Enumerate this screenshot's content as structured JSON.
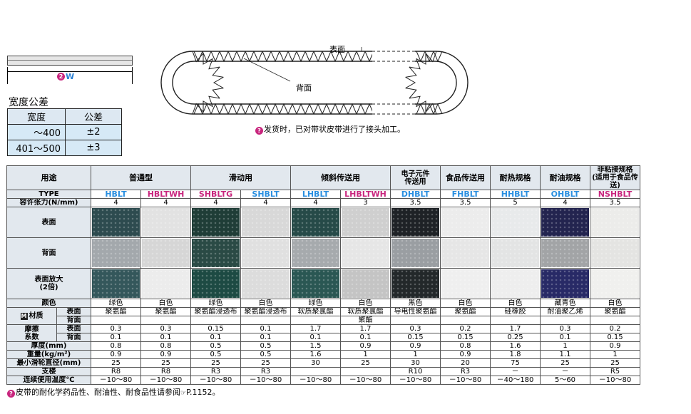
{
  "diagram": {
    "width_symbol_num": "2",
    "width_symbol": "W",
    "label_surface": "表面",
    "label_back": "背面",
    "note_icon": "info-circle-icon",
    "note": "发货时，已对带状皮带进行了接头加工。"
  },
  "tolerance": {
    "title": "宽度公差",
    "headers": [
      "宽度",
      "公差"
    ],
    "rows": [
      {
        "width": "～400",
        "tol": "±2"
      },
      {
        "width": "401～500",
        "tol": "±3"
      }
    ]
  },
  "spec": {
    "row_labels": {
      "usage": "用途",
      "type": "TYPE",
      "tension": "容许张力(N/mm)",
      "surface": "表面",
      "back": "背面",
      "zoom": "表面放大",
      "zoom2": "(2倍)",
      "color": "颜色",
      "material_badge": "M",
      "material": "材质",
      "mat_surface": "表面",
      "mat_back": "背面",
      "friction1": "摩擦",
      "friction2": "系数",
      "fr_surface": "表面",
      "fr_back": "背面",
      "thickness": "厚度(mm)",
      "weight": "重量(kg/m²)",
      "pulley": "最小滑轮直径(mm)",
      "support": "支楼",
      "temp": "连续使用温度℃"
    },
    "usages": [
      {
        "label": "普通型",
        "span": 2
      },
      {
        "label": "滑动用",
        "span": 2
      },
      {
        "label": "倾斜传送用",
        "span": 2
      },
      {
        "label": "电子元件\n传送用",
        "span": 1
      },
      {
        "label": "食品传送用",
        "span": 1
      },
      {
        "label": "耐热规格",
        "span": 1
      },
      {
        "label": "耐油规格",
        "span": 1
      },
      {
        "label": "非粘接规格\n(适用于食品传送)",
        "span": 1
      }
    ],
    "columns": [
      {
        "type": "HBLT",
        "type_color": "#2a8fe0",
        "tension": "4",
        "color": "绿色",
        "mat_surface": "聚氨酯",
        "mat_back": "",
        "fr_surface": "0.3",
        "fr_back": "0.1",
        "thickness": "0.8",
        "weight": "0.9",
        "pulley": "25",
        "support": "R8",
        "temp": "－10～80",
        "sw_surface": "#2d4b4f",
        "sw_back": "#a3a8ac",
        "sw_zoom": "#34575b"
      },
      {
        "type": "HBLTWH",
        "type_color": "#c8267e",
        "tension": "4",
        "color": "白色",
        "mat_surface": "聚氨酯",
        "mat_back": "",
        "fr_surface": "0.3",
        "fr_back": "0.1",
        "thickness": "0.8",
        "weight": "0.9",
        "pulley": "25",
        "support": "R8",
        "temp": "－10～80",
        "sw_surface": "#e2e2e2",
        "sw_back": "#d6d6d6",
        "sw_zoom": "#ececec"
      },
      {
        "type": "SHBLTG",
        "type_color": "#c8267e",
        "tension": "4",
        "color": "绿色",
        "mat_surface": "聚氨酯浸透布",
        "mat_back": "",
        "fr_surface": "0.15",
        "fr_back": "0.1",
        "thickness": "0.5",
        "weight": "0.5",
        "pulley": "25",
        "support": "R3",
        "temp": "－10～80",
        "sw_surface": "#1f3d37",
        "sw_back": "#2a4a45",
        "sw_zoom": "#1d4a43"
      },
      {
        "type": "SHBLT",
        "type_color": "#2a8fe0",
        "tension": "4",
        "color": "白色",
        "mat_surface": "聚氨酯浸透布",
        "mat_back": "",
        "fr_surface": "0.1",
        "fr_back": "0.1",
        "thickness": "0.5",
        "weight": "0.5",
        "pulley": "25",
        "support": "R3",
        "temp": "－10～80",
        "sw_surface": "#d8d8d8",
        "sw_back": "#e0e0e0",
        "sw_zoom": "#dcdcdc"
      },
      {
        "type": "LHBLT",
        "type_color": "#2a8fe0",
        "tension": "4",
        "color": "绿色",
        "mat_surface": "软质聚氯酯",
        "mat_back": "",
        "fr_surface": "1.7",
        "fr_back": "0.1",
        "thickness": "1.5",
        "weight": "1.6",
        "pulley": "30",
        "support": "",
        "temp": "－10～80",
        "sw_surface": "#264a48",
        "sw_back": "#a6aaad",
        "sw_zoom": "#2a5753"
      },
      {
        "type": "LHBLTWH",
        "type_color": "#c8267e",
        "tension": "3",
        "color": "白色",
        "mat_surface": "软质聚氯酯",
        "mat_back": "聚酯",
        "fr_surface": "1.7",
        "fr_back": "0.1",
        "thickness": "0.9",
        "weight": "1",
        "pulley": "25",
        "support": "",
        "temp": "－10～80",
        "sw_surface": "#cfcfcf",
        "sw_back": "#e6e6e6",
        "sw_zoom": "#c4c4c4"
      },
      {
        "type": "DHBLT",
        "type_color": "#2a8fe0",
        "tension": "3.5",
        "color": "黑色",
        "mat_surface": "导电性聚氨酯",
        "mat_back": "",
        "fr_surface": "0.3",
        "fr_back": "0.15",
        "thickness": "0.9",
        "weight": "1",
        "pulley": "30",
        "support": "R10",
        "temp": "－10～80",
        "sw_surface": "#1e2226",
        "sw_back": "#9a9ea2",
        "sw_zoom": "#23282a"
      },
      {
        "type": "FHBLT",
        "type_color": "#2a8fe0",
        "tension": "3.5",
        "color": "白色",
        "mat_surface": "聚氨酯",
        "mat_back": "",
        "fr_surface": "0.2",
        "fr_back": "0.15",
        "thickness": "0.8",
        "weight": "0.9",
        "pulley": "20",
        "support": "R3",
        "temp": "－10～80",
        "sw_surface": "#ececec",
        "sw_back": "#e6e6e6",
        "sw_zoom": "#efefef"
      },
      {
        "type": "HHBLT",
        "type_color": "#2a8fe0",
        "tension": "5",
        "color": "白色",
        "mat_surface": "硅橡胶",
        "mat_back": "",
        "fr_surface": "1.7",
        "fr_back": "0.25",
        "thickness": "1.6",
        "weight": "1.8",
        "pulley": "75",
        "support": "－",
        "temp": "－40～180",
        "sw_surface": "#e8eaeb",
        "sw_back": "#e3e4e4",
        "sw_zoom": "#eeeeee"
      },
      {
        "type": "OHBLT",
        "type_color": "#2a8fe0",
        "tension": "4",
        "color": "藏青色",
        "mat_surface": "耐油聚乙烯",
        "mat_back": "",
        "fr_surface": "0.3",
        "fr_back": "0.1",
        "thickness": "1",
        "weight": "1.1",
        "pulley": "25",
        "support": "－",
        "temp": "5～60",
        "sw_surface": "#23244f",
        "sw_back": "#a2a4a6",
        "sw_zoom": "#282a66"
      },
      {
        "type": "NSHBLT",
        "type_color": "#c8267e",
        "tension": "3.5",
        "color": "白色",
        "mat_surface": "聚氨酯",
        "mat_back": "",
        "fr_surface": "0.2",
        "fr_back": "0.15",
        "thickness": "0.9",
        "weight": "1",
        "pulley": "25",
        "support": "R5",
        "temp": "－10～80",
        "sw_surface": "#ececea",
        "sw_back": "#e4e4e2",
        "sw_zoom": "#f0f0ee"
      }
    ]
  },
  "footer": {
    "note_icon": "info-circle-icon",
    "note": "皮带的耐化学药品性、耐油性、耐食品性请参阅",
    "ref_icon": "book-reference-icon",
    "ref": "P.1152。"
  }
}
